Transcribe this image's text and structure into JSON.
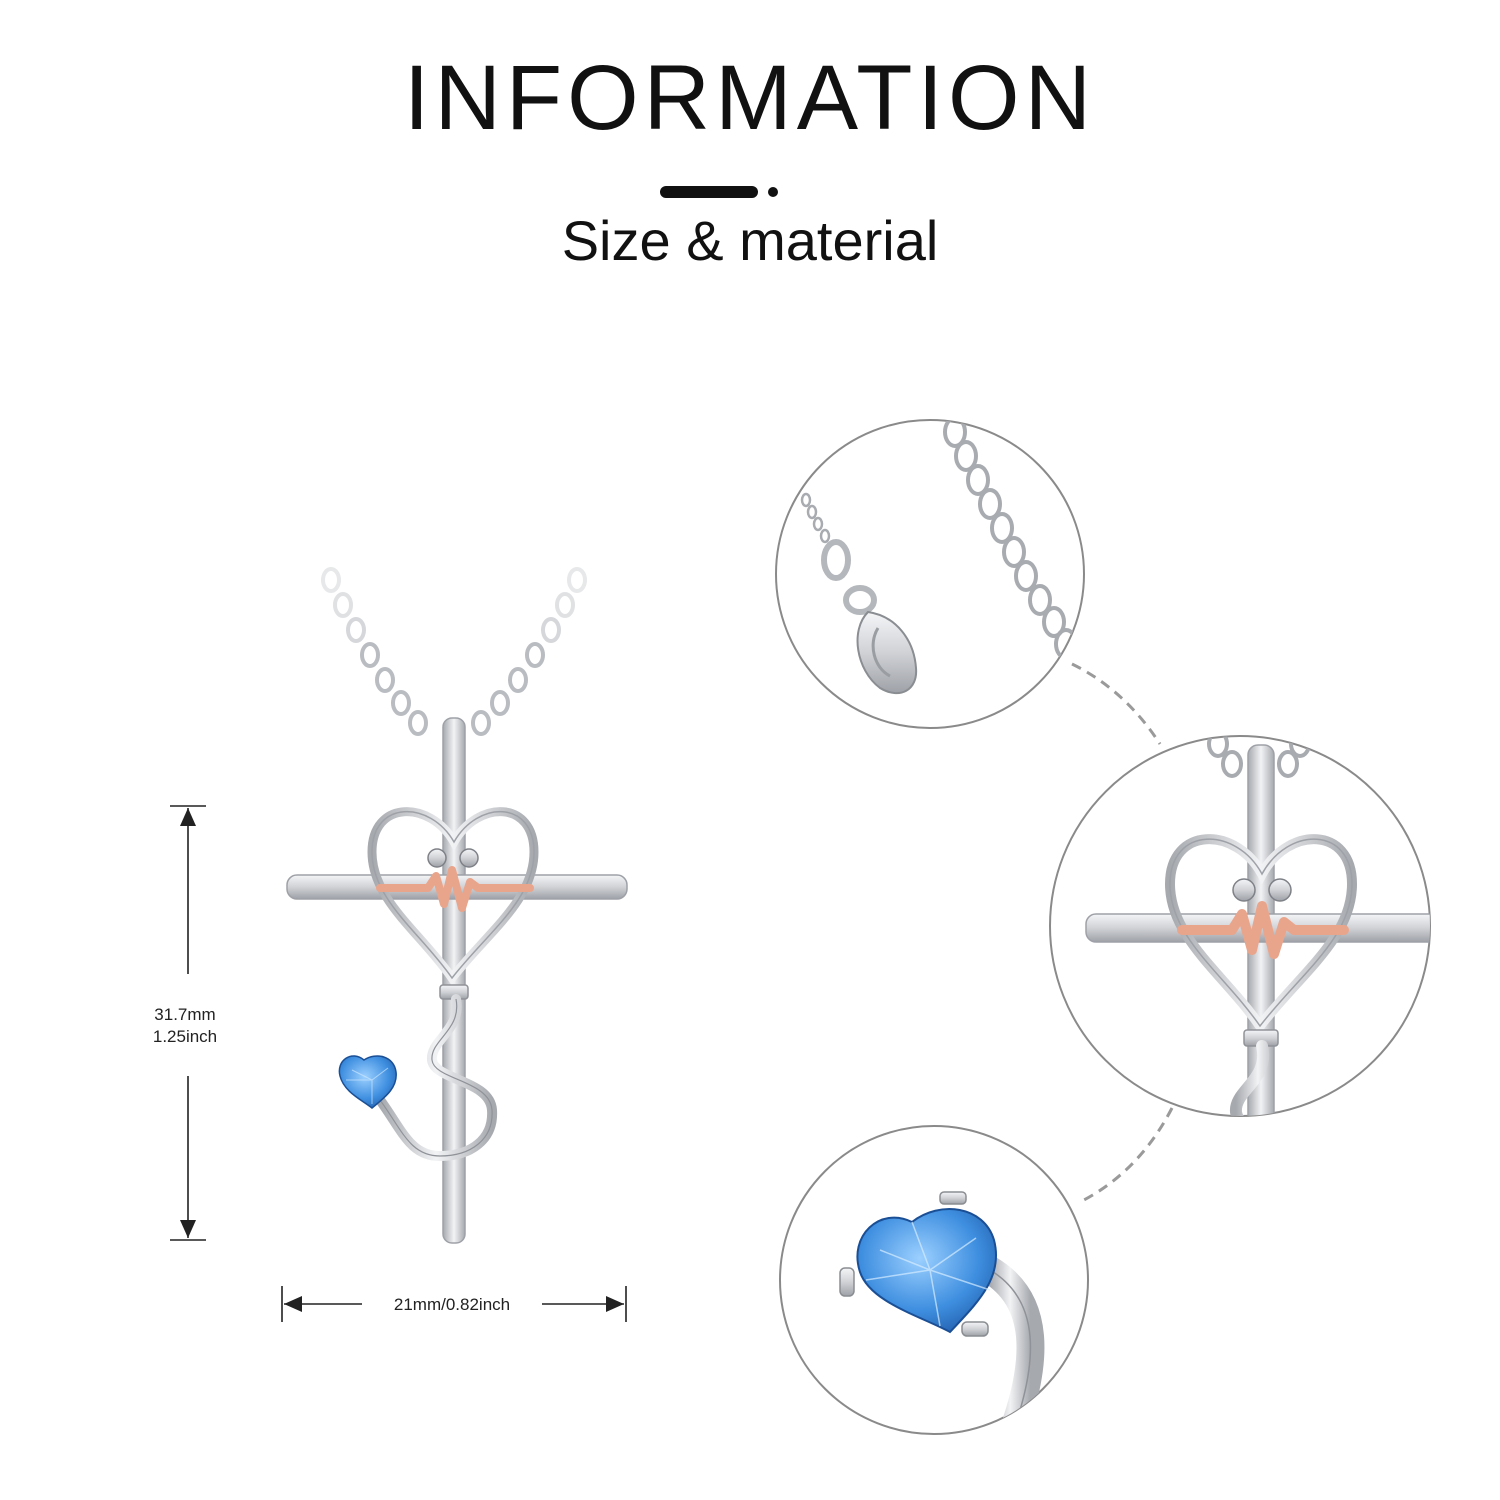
{
  "header": {
    "title": "INFORMATION",
    "subtitle": "Size & material"
  },
  "dimensions": {
    "height_mm": "31.7mm",
    "height_inch": "1.25inch",
    "width": "21mm/0.82inch"
  },
  "colors": {
    "silver": "#dcdde1",
    "silver_dark": "#8f9298",
    "rose_gold": "#e9a58c",
    "crystal_blue": "#3f8fe0",
    "dashed_line": "#9a9a9a",
    "circle_border": "#8a8a8a"
  },
  "icons": [
    "double-arrow-vertical-icon",
    "double-arrow-horizontal-icon"
  ]
}
